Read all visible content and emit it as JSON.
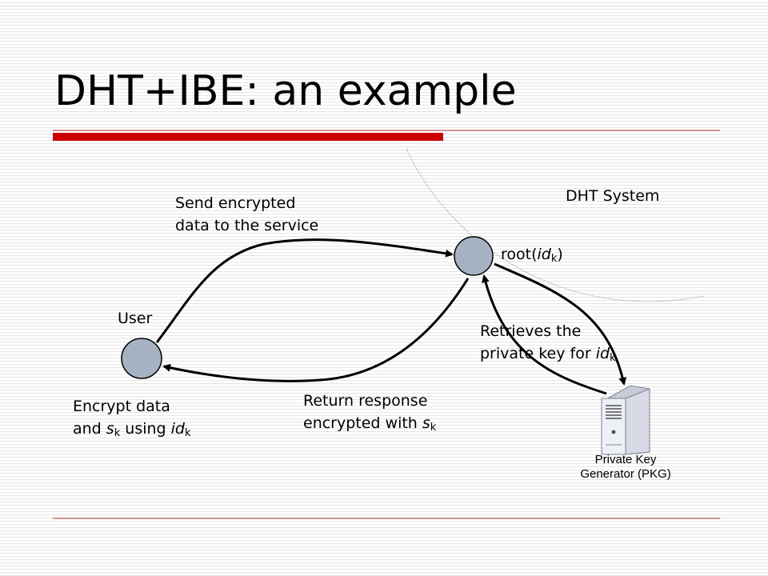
{
  "slide": {
    "title": "DHT+IBE: an example"
  },
  "diagram": {
    "dht_system_label": "DHT System",
    "user_label": "User",
    "root_label": "root(",
    "root_label_var": "id",
    "root_label_sub": "k",
    "root_label_close": ")",
    "send_label_line1": "Send encrypted",
    "send_label_line2": "data to the service",
    "encrypt_line1": "Encrypt data",
    "encrypt_and": "and ",
    "encrypt_s": "s",
    "encrypt_s_sub": "k",
    "encrypt_using": " using ",
    "encrypt_id": "id",
    "encrypt_id_sub": "k",
    "return_line1": "Return response",
    "return_line2": "encrypted with ",
    "return_s": "s",
    "return_s_sub": "k",
    "retrieve_line1": "Retrieves the",
    "retrieve_line2": "private key for ",
    "retrieve_id": "id",
    "retrieve_id_sub": "k",
    "pkg_line1": "Private Key",
    "pkg_line2": "Generator (PKG)"
  },
  "colors": {
    "accent_red": "#cc0000",
    "node_fill": "#a6b2c2",
    "rule_red": "#b03a3a"
  },
  "icons": [
    "server-icon"
  ]
}
